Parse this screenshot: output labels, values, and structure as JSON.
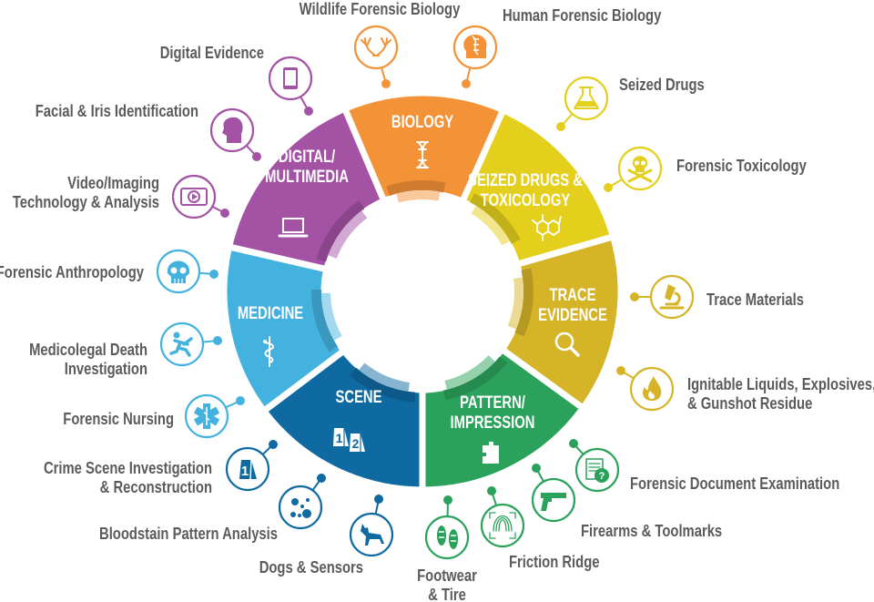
{
  "colors": {
    "label_text": "#5a5b5d",
    "biology": "#f39237",
    "digital": "#a352a4",
    "seized": "#e4cf1d",
    "trace": "#d6b428",
    "pattern": "#2ba25b",
    "scene": "#0f6aa2",
    "medicine": "#44b2df"
  },
  "segments": [
    {
      "id": "pattern",
      "lines": [
        "PATTERN/",
        "IMPRESSION"
      ],
      "icon": "puzzle-icon"
    },
    {
      "id": "scene",
      "lines": [
        "SCENE"
      ],
      "icon": "evidence-markers-icon"
    },
    {
      "id": "medicine",
      "lines": [
        "MEDICINE"
      ],
      "icon": "caduceus-icon"
    },
    {
      "id": "digital",
      "lines": [
        "DIGITAL/",
        "MULTIMEDIA"
      ],
      "icon": "laptop-icon"
    },
    {
      "id": "biology",
      "lines": [
        "BIOLOGY"
      ],
      "icon": "dna-icon"
    },
    {
      "id": "seized",
      "lines": [
        "SEIZED DRUGS &",
        "TOXICOLOGY"
      ],
      "icon": "molecule-icon"
    },
    {
      "id": "trace",
      "lines": [
        "TRACE",
        "EVIDENCE"
      ],
      "icon": "magnifier-icon"
    }
  ],
  "disciplines": [
    {
      "segment": "biology",
      "lines": [
        "Wildlife Forensic Biology"
      ],
      "icon": "antlers-icon"
    },
    {
      "segment": "biology",
      "lines": [
        "Human Forensic Biology"
      ],
      "icon": "head-dna-icon"
    },
    {
      "segment": "digital",
      "lines": [
        "Digital Evidence"
      ],
      "icon": "tablet-icon"
    },
    {
      "segment": "digital",
      "lines": [
        "Facial & Iris Identification"
      ],
      "icon": "head-icon"
    },
    {
      "segment": "digital",
      "lines": [
        "Video/Imaging",
        "Technology & Analysis"
      ],
      "icon": "video-icon"
    },
    {
      "segment": "medicine",
      "lines": [
        "Forensic Anthropology"
      ],
      "icon": "skull-icon"
    },
    {
      "segment": "medicine",
      "lines": [
        "Medicolegal Death",
        "Investigation"
      ],
      "icon": "running-figure-icon"
    },
    {
      "segment": "medicine",
      "lines": [
        "Forensic Nursing"
      ],
      "icon": "star-of-life-icon"
    },
    {
      "segment": "scene",
      "lines": [
        "Crime Scene Investigation",
        "& Reconstruction"
      ],
      "icon": "evidence-marker-icon"
    },
    {
      "segment": "scene",
      "lines": [
        "Bloodstain Pattern Analysis"
      ],
      "icon": "blood-splatter-icon"
    },
    {
      "segment": "scene",
      "lines": [
        "Dogs & Sensors"
      ],
      "icon": "dog-icon"
    },
    {
      "segment": "pattern",
      "lines": [
        "Footwear",
        "& Tire"
      ],
      "icon": "footprints-icon"
    },
    {
      "segment": "pattern",
      "lines": [
        "Friction Ridge"
      ],
      "icon": "fingerprint-icon"
    },
    {
      "segment": "pattern",
      "lines": [
        "Firearms & Toolmarks"
      ],
      "icon": "pistol-icon"
    },
    {
      "segment": "pattern",
      "lines": [
        "Forensic Document Examination"
      ],
      "icon": "document-icon"
    },
    {
      "segment": "trace",
      "lines": [
        "Ignitable Liquids, Explosives,",
        "& Gunshot Residue"
      ],
      "icon": "flame-icon"
    },
    {
      "segment": "trace",
      "lines": [
        "Trace Materials"
      ],
      "icon": "microscope-icon"
    },
    {
      "segment": "seized",
      "lines": [
        "Forensic Toxicology"
      ],
      "icon": "skull-crossbones-icon"
    },
    {
      "segment": "seized",
      "lines": [
        "Seized Drugs"
      ],
      "icon": "flask-icon"
    }
  ]
}
